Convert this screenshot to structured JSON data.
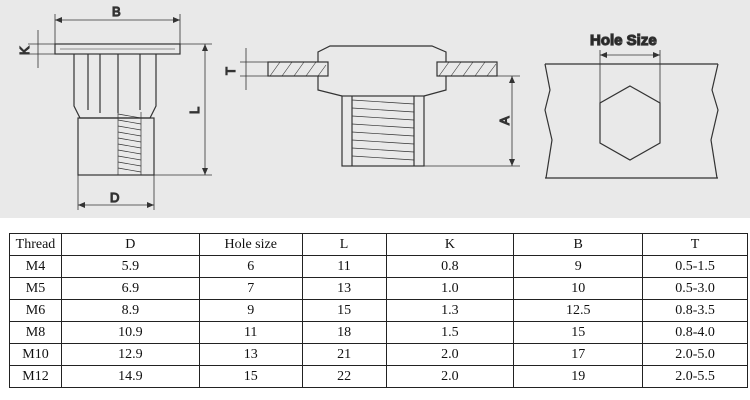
{
  "drawing": {
    "dim_labels": {
      "B": "B",
      "K": "K",
      "L": "L",
      "D": "D",
      "T": "T",
      "A": "A"
    },
    "hole_size_label": "Hole Size"
  },
  "table": {
    "headers": [
      "Thread",
      "D",
      "Hole size",
      "L",
      "K",
      "B",
      "T"
    ],
    "rows": [
      [
        "M4",
        "5.9",
        "6",
        "11",
        "0.8",
        "9",
        "0.5-1.5"
      ],
      [
        "M5",
        "6.9",
        "7",
        "13",
        "1.0",
        "10",
        "0.5-3.0"
      ],
      [
        "M6",
        "8.9",
        "9",
        "15",
        "1.3",
        "12.5",
        "0.8-3.5"
      ],
      [
        "M8",
        "10.9",
        "11",
        "18",
        "1.5",
        "15",
        "0.8-4.0"
      ],
      [
        "M10",
        "12.9",
        "13",
        "21",
        "2.0",
        "17",
        "2.0-5.0"
      ],
      [
        "M12",
        "14.9",
        "15",
        "22",
        "2.0",
        "19",
        "2.0-5.5"
      ]
    ]
  }
}
